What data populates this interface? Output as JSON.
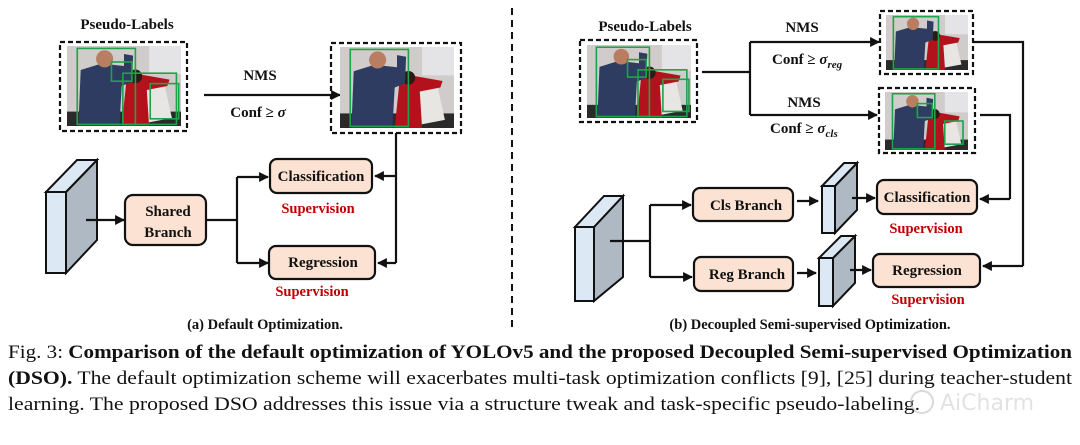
{
  "panel_a": {
    "pseudo_labels": "Pseudo-Labels",
    "nms": "NMS",
    "conf": "Conf ≥ ",
    "sigma": "σ",
    "shared_branch_line1": "Shared",
    "shared_branch_line2": "Branch",
    "classification": "Classification",
    "regression": "Regression",
    "supervision": "Supervision",
    "subcaption": "(a) Default Optimization."
  },
  "panel_b": {
    "pseudo_labels": "Pseudo-Labels",
    "nms": "NMS",
    "conf": "Conf ≥ ",
    "sigma": "σ",
    "reg_sub": "reg",
    "cls_sub": "cls",
    "cls_branch": "Cls Branch",
    "reg_branch": "Reg Branch",
    "classification": "Classification",
    "regression": "Regression",
    "supervision": "Supervision",
    "subcaption": "(b) Decoupled Semi-supervised Optimization."
  },
  "caption": {
    "fig_label": "Fig. 3: ",
    "title": "Comparison of the default optimization of YOLOv5 and the proposed Decoupled Semi-supervised Optimization",
    "title_end": "(DSO).",
    "body_line1": " The default optimization scheme will exacerbates multi-task optimization conflicts [9], [25] during teacher-student",
    "body_line2": "learning. The proposed DSO addresses this issue via a structure tweak and task-specific pseudo-labeling."
  },
  "watermark": "AiCharm",
  "colors": {
    "box_fill": "#fbe2d2",
    "supervision": "#c00000",
    "bbox": "#1fa34a",
    "feature_front": "#dce9f5",
    "feature_side": "#aeb9c4"
  }
}
